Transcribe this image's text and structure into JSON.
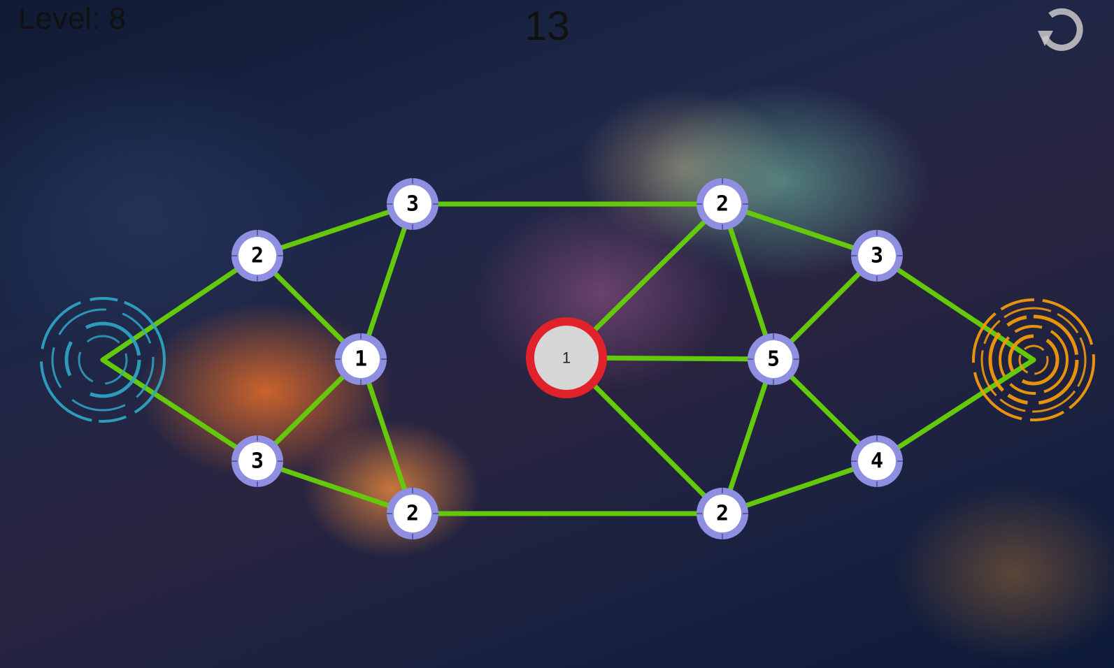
{
  "hud": {
    "level_text": "Level: 8",
    "moves_text": "13"
  },
  "colors": {
    "edge": "#63c90a",
    "node_ring": "#8e8fe0",
    "node_fill": "#ffffff",
    "start_portal": "#2fa8c8",
    "end_portal": "#f29a0c",
    "center_ring": "#e0232b",
    "center_fill": "#d6d6d6"
  },
  "icons": {
    "restart": "restart-icon"
  },
  "graph": {
    "player": {
      "label": "1"
    },
    "nodes": [
      {
        "id": "n1",
        "label": "3"
      },
      {
        "id": "n2",
        "label": "2"
      },
      {
        "id": "n3",
        "label": "1"
      },
      {
        "id": "n4",
        "label": "3"
      },
      {
        "id": "n5",
        "label": "2"
      },
      {
        "id": "n6",
        "label": "2"
      },
      {
        "id": "n7",
        "label": "3"
      },
      {
        "id": "n8",
        "label": "5"
      },
      {
        "id": "n9",
        "label": "4"
      },
      {
        "id": "n10",
        "label": "2"
      }
    ],
    "edges": [
      [
        "start",
        "n2"
      ],
      [
        "start",
        "n4"
      ],
      [
        "n2",
        "n1"
      ],
      [
        "n2",
        "n3"
      ],
      [
        "n1",
        "n3"
      ],
      [
        "n1",
        "n6"
      ],
      [
        "n3",
        "n4"
      ],
      [
        "n3",
        "n5"
      ],
      [
        "n4",
        "n5"
      ],
      [
        "n5",
        "n10"
      ],
      [
        "n6",
        "player"
      ],
      [
        "n6",
        "n8"
      ],
      [
        "n6",
        "n7"
      ],
      [
        "player",
        "n8"
      ],
      [
        "player",
        "n10"
      ],
      [
        "n7",
        "n8"
      ],
      [
        "n7",
        "end"
      ],
      [
        "n8",
        "n9"
      ],
      [
        "n8",
        "n10"
      ],
      [
        "n10",
        "n9"
      ],
      [
        "n9",
        "end"
      ]
    ]
  }
}
